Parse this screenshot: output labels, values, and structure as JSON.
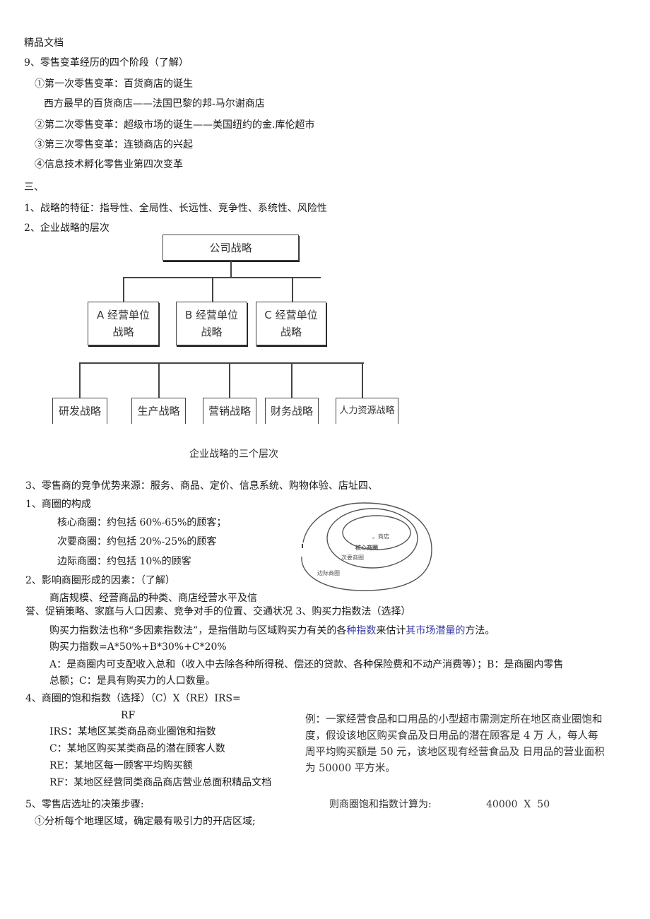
{
  "header": {
    "label": "精品文档"
  },
  "section9": {
    "title": "9、零售变革经历的四个阶段（了解）",
    "items": [
      "①第一次零售变革：百货商店的诞生",
      "西方最早的百货商店——法国巴黎的邦-马尔谢商店",
      "②第二次零售变革：超级市场的诞生——美国纽约的金.库伦超市",
      "③第三次零售变革：连锁商店的兴起",
      "④信息技术孵化零售业第四次变革"
    ]
  },
  "part3": {
    "heading": "三、",
    "p1": "1、战略的特征：指导性、全局性、长远性、竞争性、系统性、风险性",
    "p2": "2、企业战略的层次"
  },
  "strategy_diagram": {
    "top": "公司战略",
    "middle": [
      {
        "line1": "A 经营单位",
        "line2": "战略"
      },
      {
        "line1": "B 经营单位",
        "line2": "战略"
      },
      {
        "line1": "C 经营单位",
        "line2": "战略"
      }
    ],
    "bottom": [
      "研发战略",
      "生产战略",
      "营销战略",
      "财务战略",
      "人力资源战略"
    ],
    "caption": "企业战略的三个层次"
  },
  "section3b": {
    "text": "3、零售商的竞争优势来源：服务、商品、定价、信息系统、购物体验、店址四、"
  },
  "trade_area": {
    "title": "1、商圈的构成",
    "items": [
      "核心商圈：约包括 60%-65%的顾客；",
      "次要商圈：约包括 20%-25%的顾客",
      "边际商圈：约包括 10%的顾客"
    ],
    "diagram_labels": {
      "store": "。商店",
      "core": "核心商圈",
      "secondary": "次要商圈",
      "marginal": "边际商圈"
    }
  },
  "factors": {
    "title": "2、影响商圈形成的因素：（了解）",
    "line1": "商店规模、经营商品的种类、商店经营水平及信",
    "line2": "誉、促销策略、家庭与人口因素、竞争对手的位置、交通状况 3、购买力指数法（选择）"
  },
  "buying_power": {
    "desc_a": "购买力指数法也称“多因素指数法”，是指借助与区域购买力有关的各",
    "desc_b": "种指数",
    "desc_c": "来估计",
    "desc_d": "其市场潜量的",
    "desc_e": "方法。",
    "formula": "购买力指数=A*50%+B*30%+C*20%",
    "def_line1": "A：是商圈内可支配收入总和（收入中去除各种所得税、偿还的贷款、各种保险费和不动产消费等）；B：是商圈内零售",
    "def_line2": "总额；C：是具有购买力的人口数量。"
  },
  "saturation": {
    "title": "4、商圈的饱和指数（选择）（C）X（RE）IRS=",
    "denominator": "RF",
    "defs": [
      "IRS：某地区某类商品商业圈饱和指数",
      "C：某地区购买某类商品的潜在顾客人数",
      "RE：某地区每一顾客平均购买额",
      "RF：某地区经营同类商品商店营业总面积精品文档"
    ],
    "example": "例：一家经营食品和口用品的小型超市需测定所在地区商业圈饱和度，假设该地区购买食品及日用品的潜在顾客是 4 万  人，每人每周平均购买额是 50 元，该地区现有经营食品及 日用品的营业面积为 50000 平方米。",
    "calc_label": "则商圈饱和指数计算为:",
    "calc_value": "40000  X  50"
  },
  "section5": {
    "title": "5、零售店选址的决策步骤:",
    "step1": "①分析每个地理区域，确定最有吸引力的开店区域;"
  },
  "colors": {
    "text": "#1a1a1a",
    "link_blue": "#3b3ba8",
    "line": "#444444"
  }
}
